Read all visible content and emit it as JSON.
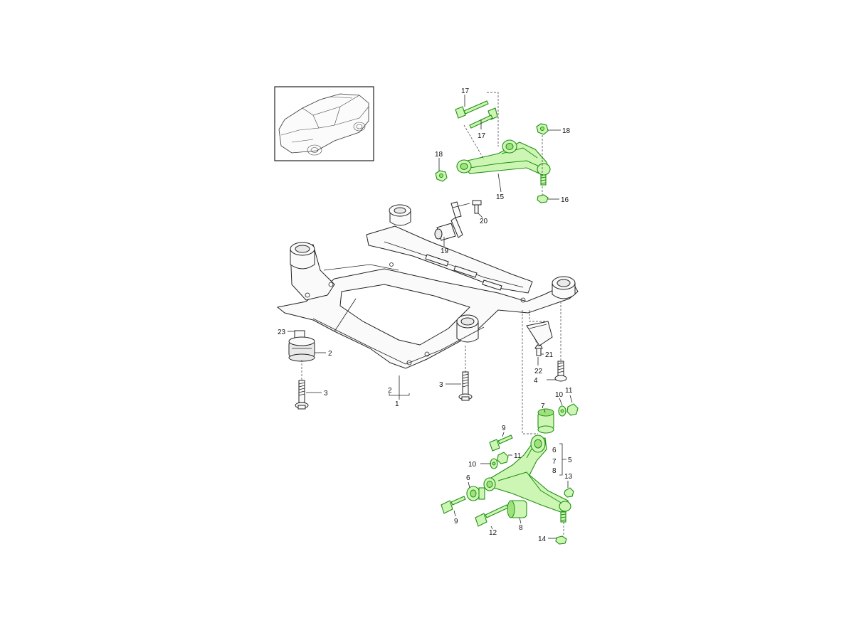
{
  "callouts": {
    "c1": "1",
    "c2a": "2",
    "c2b": "2",
    "c3a": "3",
    "c3b": "3",
    "c4": "4",
    "c5": "5",
    "c6a": "6",
    "c6b": "6",
    "c7a": "7",
    "c7b": "7",
    "c8a": "8",
    "c8b": "8",
    "c9a": "9",
    "c9b": "9",
    "c10a": "10",
    "c10b": "10",
    "c11a": "11",
    "c11b": "11",
    "c12": "12",
    "c13": "13",
    "c14": "14",
    "c15": "15",
    "c16": "16",
    "c17a": "17",
    "c17b": "17",
    "c18a": "18",
    "c18b": "18",
    "c19": "19",
    "c20": "20",
    "c21": "21",
    "c22": "22",
    "c23": "23"
  },
  "highlight_color": "#1f8f12"
}
